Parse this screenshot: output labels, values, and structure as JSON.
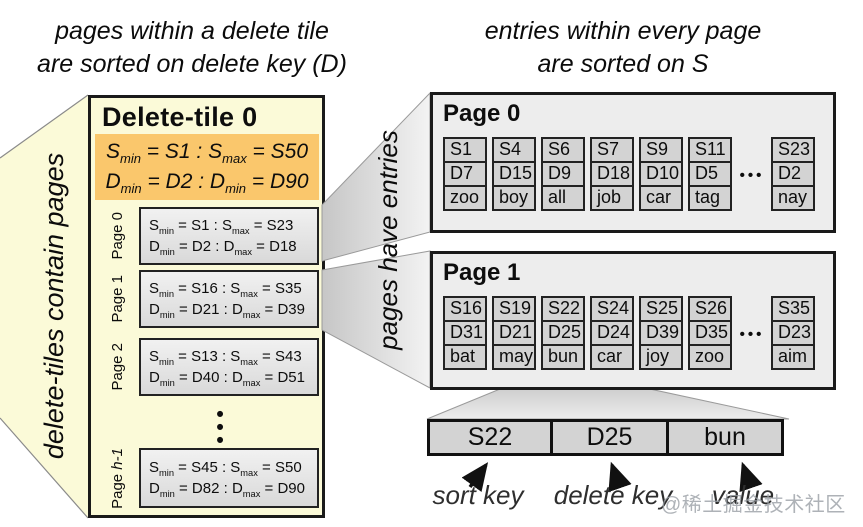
{
  "captions": {
    "left": [
      "pages within a delete tile",
      "are sorted on delete key (D)"
    ],
    "right": [
      "entries within every page",
      "are sorted on S"
    ]
  },
  "side_labels": {
    "left": "delete-tiles contain pages",
    "mid": "pages have entries"
  },
  "delete_tile": {
    "title": "Delete-tile 0",
    "s_range": "S_{min} = S1 : S_{max} = S50",
    "d_range": "D_{min} = D2 : D_{min} = D90",
    "pages": [
      {
        "label": "Page 0",
        "s": "S_{min} = S1 : S_{max} = S23",
        "d": "D_{min} = D2 : D_{max} = D18"
      },
      {
        "label": "Page 1",
        "s": "S_{min} = S16 : S_{max} = S35",
        "d": "D_{min} = D21 : D_{max} = D39"
      },
      {
        "label": "Page 2",
        "s": "S_{min} = S13 : S_{max} = S43",
        "d": "D_{min} = D40 : D_{max} = D51"
      },
      {
        "label": "Page *h-1*",
        "dots_before": true,
        "s": "S_{min} = S45 : S_{max} = S50",
        "d": "D_{min} = D82 : D_{max} = D90"
      }
    ]
  },
  "pages": [
    {
      "title": "Page 0",
      "entries": [
        {
          "s": "S1",
          "d": "D7",
          "v": "zoo"
        },
        {
          "s": "S4",
          "d": "D15",
          "v": "boy"
        },
        {
          "s": "S6",
          "d": "D9",
          "v": "all"
        },
        {
          "s": "S7",
          "d": "D18",
          "v": "job"
        },
        {
          "s": "S9",
          "d": "D10",
          "v": "car"
        },
        {
          "s": "S11",
          "d": "D5",
          "v": "tag"
        },
        {
          "ellipsis": true
        },
        {
          "s": "S23",
          "d": "D2",
          "v": "nay"
        }
      ]
    },
    {
      "title": "Page 1",
      "entries": [
        {
          "s": "S16",
          "d": "D31",
          "v": "bat"
        },
        {
          "s": "S19",
          "d": "D21",
          "v": "may"
        },
        {
          "s": "S22",
          "d": "D25",
          "v": "bun"
        },
        {
          "s": "S24",
          "d": "D24",
          "v": "car"
        },
        {
          "s": "S25",
          "d": "D39",
          "v": "joy"
        },
        {
          "s": "S26",
          "d": "D35",
          "v": "zoo"
        },
        {
          "ellipsis": true
        },
        {
          "s": "S35",
          "d": "D23",
          "v": "aim"
        }
      ]
    }
  ],
  "entry_detail": {
    "cells": [
      "S22",
      "D25",
      "bun"
    ],
    "labels": [
      "sort key",
      "delete key",
      "value"
    ]
  },
  "glyphs": {
    "v_dots": "•\n•\n•",
    "h_dots": "•••"
  },
  "watermark": "@稀土掘金技术社区",
  "colors": {
    "tile_bg": "#FBFAD8",
    "range_bg": "#FAC76C",
    "page_bg": "#EDEDED",
    "cell_bg": "#D3D3D3",
    "line": "#1a1a1a"
  }
}
